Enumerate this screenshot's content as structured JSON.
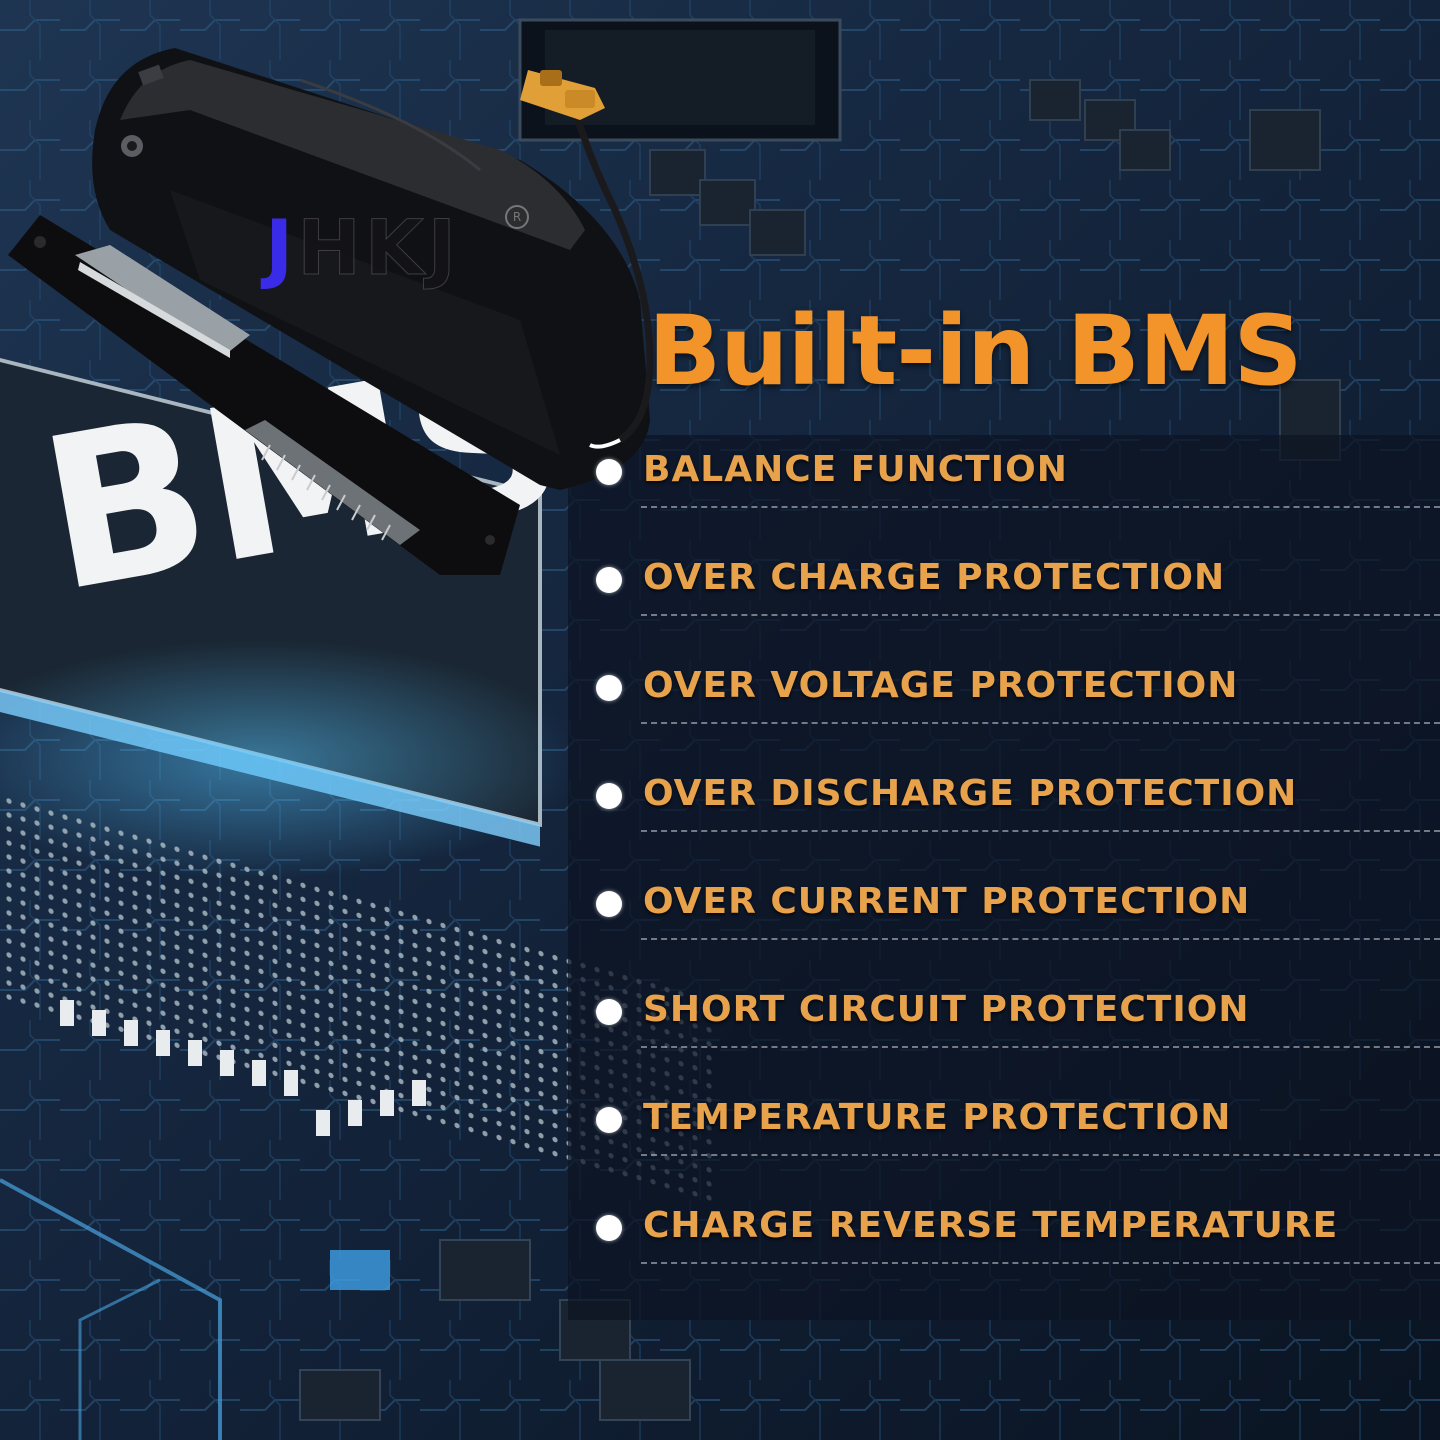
{
  "headline": {
    "text": "Built-in BMS",
    "color": "#f2942a"
  },
  "brand": {
    "initial": "J",
    "rest": "HKJ",
    "registered_mark": "R",
    "initial_color": "#3a2be8"
  },
  "backdrop": {
    "chip_marking": "BMS"
  },
  "features": {
    "text_color": "#e7a24b",
    "items": [
      {
        "label": "BALANCE FUNCTION"
      },
      {
        "label": "OVER CHARGE PROTECTION"
      },
      {
        "label": "OVER VOLTAGE PROTECTION"
      },
      {
        "label": "OVER DISCHARGE PROTECTION"
      },
      {
        "label": "OVER CURRENT PROTECTION"
      },
      {
        "label": "SHORT CIRCUIT PROTECTION"
      },
      {
        "label": "TEMPERATURE PROTECTION"
      },
      {
        "label": "CHARGE REVERSE TEMPERATURE"
      }
    ]
  },
  "icons": [
    "battery-pack-icon",
    "battery-mount-rail-icon",
    "xt60-connector-icon",
    "bullet-dot-icon"
  ]
}
